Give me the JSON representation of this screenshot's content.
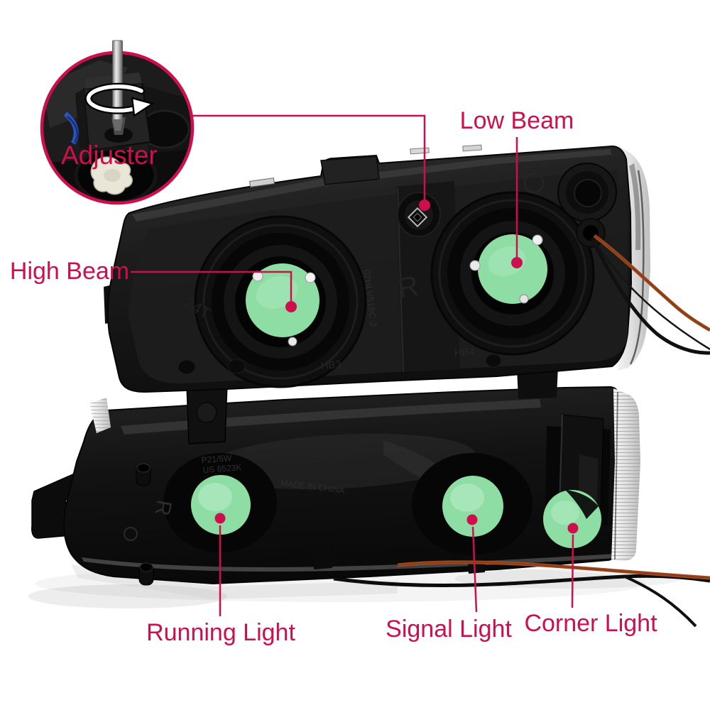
{
  "callouts": {
    "adjuster": "Adjuster",
    "low_beam": "Low Beam",
    "high_beam": "High Beam",
    "running_light": "Running Light",
    "signal_light": "Signal Light",
    "corner_light": "Corner Light"
  },
  "molded_text": {
    "side_marker": "R",
    "lamp_code_left": "HB3",
    "lamp_code_right": "HB4",
    "part_number": "02HLV518C-2",
    "stamp_24t": "24T",
    "lower_side_marker": "R",
    "bulb_spec": "P21/5W",
    "lens_spec": "US 6523K",
    "origin_stamp": "MADE IN CHINA"
  },
  "colors": {
    "accent": "#ce0f4d",
    "highlight_green": "#8edda4",
    "background": "#ffffff"
  }
}
